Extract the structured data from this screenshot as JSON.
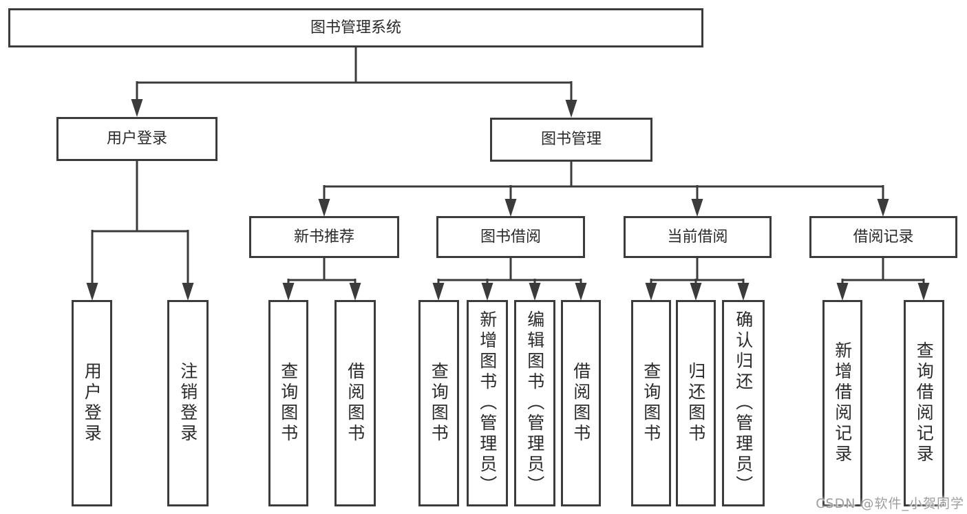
{
  "diagram": {
    "title": "图书管理系统",
    "branches": [
      {
        "label": "用户登录",
        "children": [
          {
            "label": "用户登录"
          },
          {
            "label": "注销登录"
          }
        ]
      },
      {
        "label": "图书管理",
        "children": [
          {
            "label": "新书推荐",
            "children": [
              {
                "label": "查询图书"
              },
              {
                "label": "借阅图书"
              }
            ]
          },
          {
            "label": "图书借阅",
            "children": [
              {
                "label": "查询图书"
              },
              {
                "label": "新增图书（管理员）"
              },
              {
                "label": "编辑图书（管理员）"
              },
              {
                "label": "借阅图书"
              }
            ]
          },
          {
            "label": "当前借阅",
            "children": [
              {
                "label": "查询图书"
              },
              {
                "label": "归还图书"
              },
              {
                "label": "确认归还（管理员）"
              }
            ]
          },
          {
            "label": "借阅记录",
            "children": [
              {
                "label": "新增借阅记录"
              },
              {
                "label": "查询借阅记录"
              }
            ]
          }
        ]
      }
    ]
  },
  "watermark": {
    "text": "CSDN @软件_小贺同学"
  },
  "colors": {
    "line": "#3b3b3b",
    "box_bg": "#ffffff",
    "text": "#2a2a2a",
    "watermark": "#9e9e9e"
  }
}
